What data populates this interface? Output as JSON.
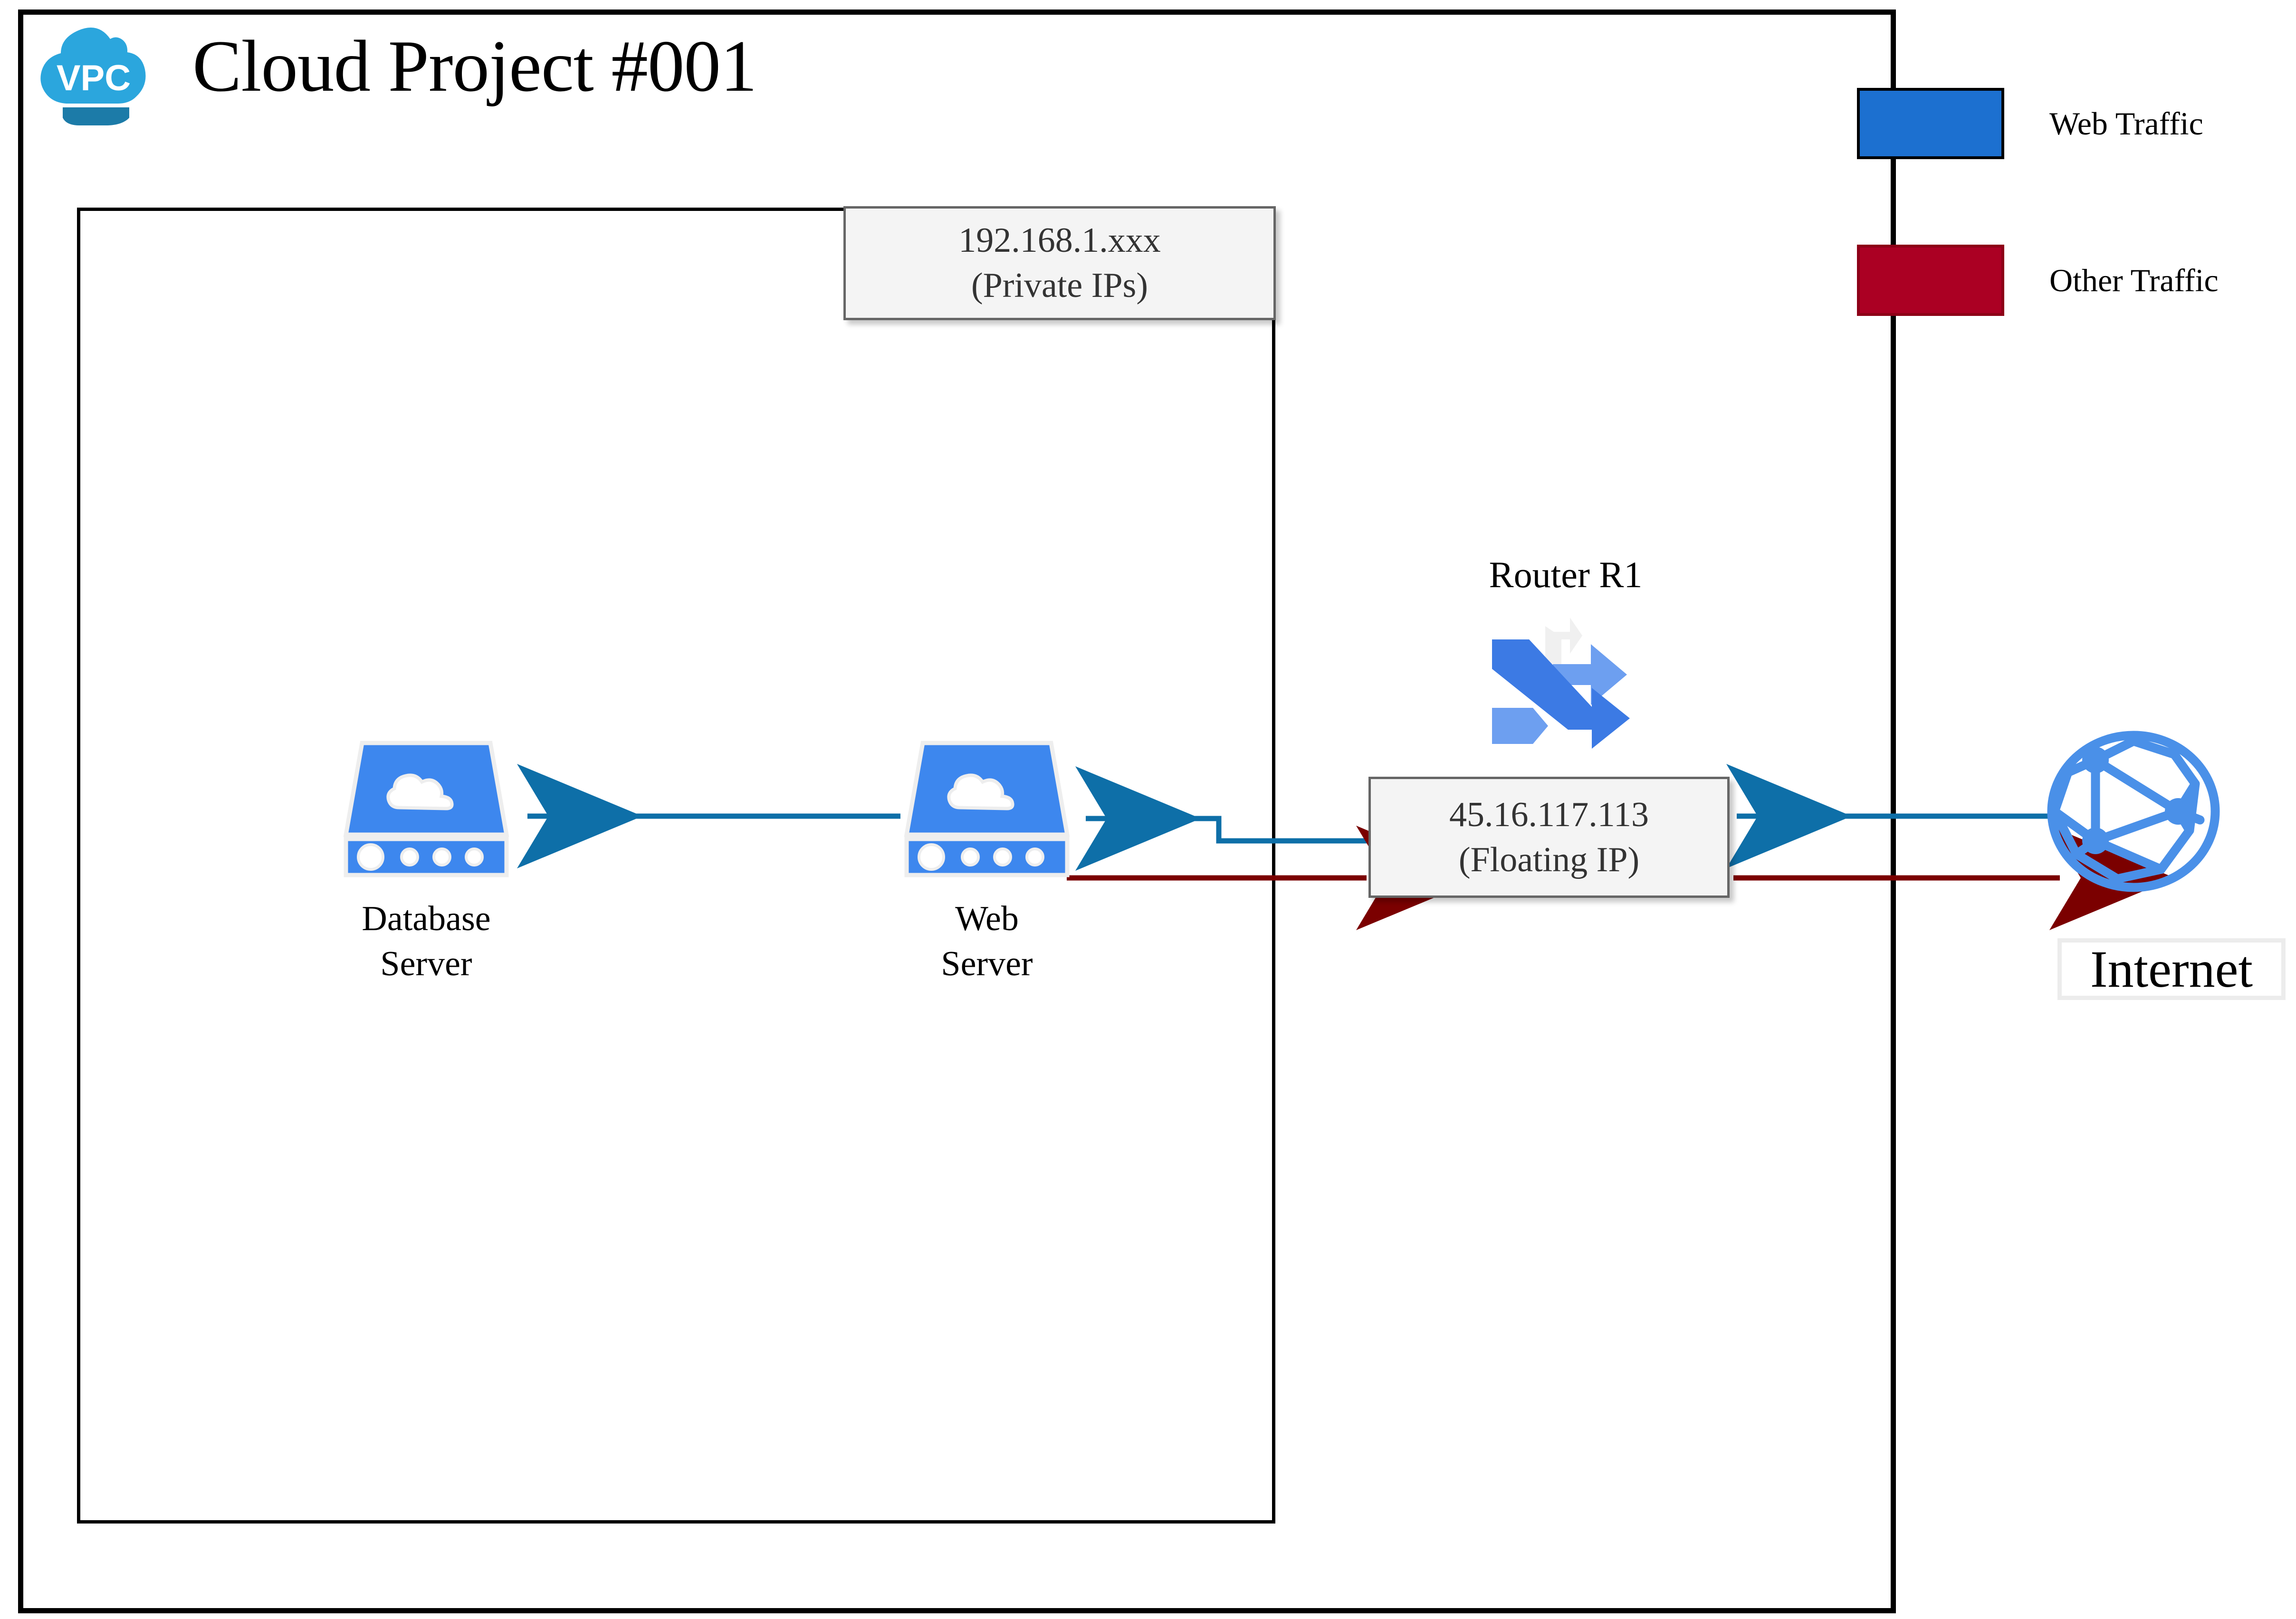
{
  "diagram": {
    "title": "Cloud Project #001",
    "vpc_badge_label": "VPC"
  },
  "callouts": {
    "private_ip": {
      "address": "192.168.1.xxx",
      "caption": "(Private IPs)"
    },
    "floating_ip": {
      "address": "45.16.117.113",
      "caption": "(Floating IP)"
    }
  },
  "legend": {
    "items": [
      {
        "label": "Web Traffic",
        "color": "#1c70d0"
      },
      {
        "label": "Other Traffic",
        "color": "#ab0023"
      }
    ]
  },
  "nodes": {
    "database_server": {
      "line1": "Database",
      "line2": "Server"
    },
    "web_server": {
      "line1": "Web",
      "line2": "Server"
    },
    "router": {
      "title": "Router R1"
    },
    "internet": {
      "label": "Internet"
    }
  },
  "colors": {
    "web_traffic_line": "#0e6fa8",
    "other_traffic_line": "#7b0000",
    "server_blue": "#3d87ee",
    "router_blue_dark": "#3c7ae4",
    "router_blue_light": "#6d9ff0",
    "globe_blue": "#4a90e8",
    "vpc_cloud": "#2ba6dd",
    "vpc_cloud_shadow": "#1c7ba8",
    "box_border": "#000000",
    "callout_fill": "#f4f4f4",
    "callout_border": "#666666"
  }
}
